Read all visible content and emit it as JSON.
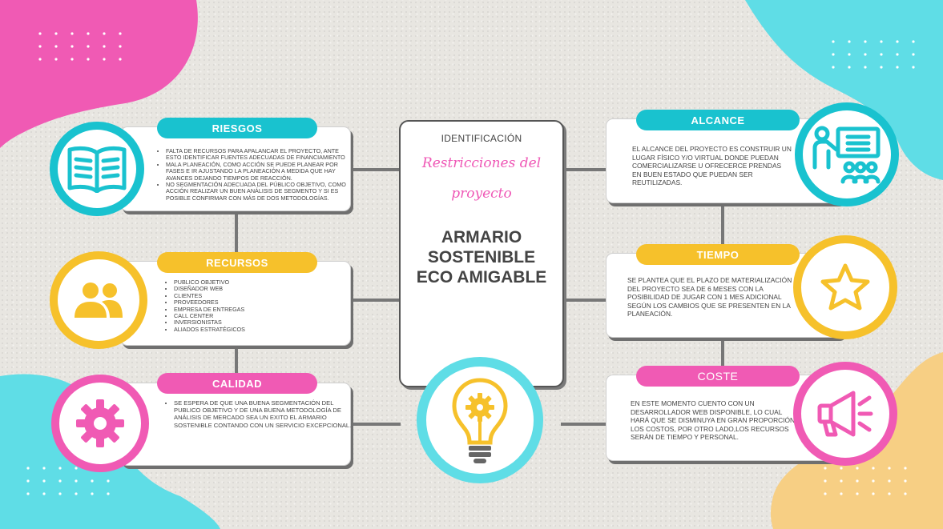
{
  "colors": {
    "cyan": "#19c2cf",
    "yellow": "#f6c12b",
    "pink": "#f05ab4",
    "light_cyan": "#5fdde6",
    "peach": "#f7cf84",
    "text": "#444444"
  },
  "center": {
    "label": "IDENTIFICACIÓN",
    "script_line1": "Restricciones del",
    "script_line2": "proyecto",
    "title_line1": "ARMARIO",
    "title_line2": "SOSTENIBLE",
    "title_line3": "ECO AMIGABLE",
    "icon": "lightbulb-gear-icon"
  },
  "riesgos": {
    "title": "RIESGOS",
    "icon": "open-book-icon",
    "items": [
      "FALTA DE RECURSOS PARA APALANCAR EL PROYECTO, ANTE ESTO IDENTIFICAR FUENTES ADECUADAS DE FINANCIAMIENTO",
      "MALA PLANEACIÓN, COMO ACCIÓN SE PUEDE PLANEAR POR FASES E IR AJUSTANDO LA PLANEACIÓN A MEDIDA QUE HAY AVANCES DEJANDO TIEMPOS DE REACCIÓN.",
      "NO SEGMENTACIÓN ADECUADA DEL PÚBLICO OBJETIVO, COMO ACCIÓN REALIZAR UN BUEN ANÁLISIS DE SEGMENTO Y SI ES POSIBLE CONFIRMAR CON MÁS DE DOS METODOLOGÍAS."
    ]
  },
  "recursos": {
    "title": "RECURSOS",
    "icon": "users-icon",
    "items": [
      "PUBLICO OBJETIVO",
      "DISEÑADOR WEB",
      "CLIENTES",
      "PROVEEDORES",
      "EMPRESA DE ENTREGAS",
      "CALL CENTER",
      "INVERSIONISTAS",
      "ALIADOS ESTRATÉGICOS"
    ]
  },
  "calidad": {
    "title": "CALIDAD",
    "icon": "gear-icon",
    "items": [
      "SE ESPERA DE QUE UNA BUENA SEGMENTACIÓN DEL PUBLICO OBJETIVO Y DE UNA BUENA METODOLOGÍA DE ANÁLISIS DE MERCADO SEA UN EXITO EL ARMARIO SOSTENIBLE CONTANDO CON UN SERVICIO EXCEPCIONAL."
    ]
  },
  "alcance": {
    "title": "ALCANCE",
    "icon": "presentation-icon",
    "text": "EL ALCANCE DEL PROYECTO ES CONSTRUIR UN LUGAR FÍSICO Y/O VIRTUAL DONDE PUEDAN COMERCIALIZARSE U OFRECERCE PRENDAS EN BUEN ESTADO QUE PUEDAN SER REUTILIZADAS."
  },
  "tiempo": {
    "title": "TIEMPO",
    "icon": "star-icon",
    "text": "SE PLANTEA QUE EL PLAZO DE MATERIALIZACIÓN DEL PROYECTO SEA DE 6 MESES CON LA POSIBILIDAD DE JUGAR CON 1 MES ADICIONAL SEGÚN LOS CAMBIOS QUE SE PRESENTEN EN LA PLANEACIÓN."
  },
  "coste": {
    "title": "COSTE",
    "icon": "megaphone-icon",
    "text": "EN ESTE MOMENTO CUENTO CON UN DESARROLLADOR WEB DISPONIBLE, LO CUAL HARÁ QUE SE DISMINUYA EN GRAN PROPORCIÓN LOS COSTOS, POR OTRO LADO,LOS RECURSOS SERÁN DE TIEMPO Y PERSONAL."
  }
}
